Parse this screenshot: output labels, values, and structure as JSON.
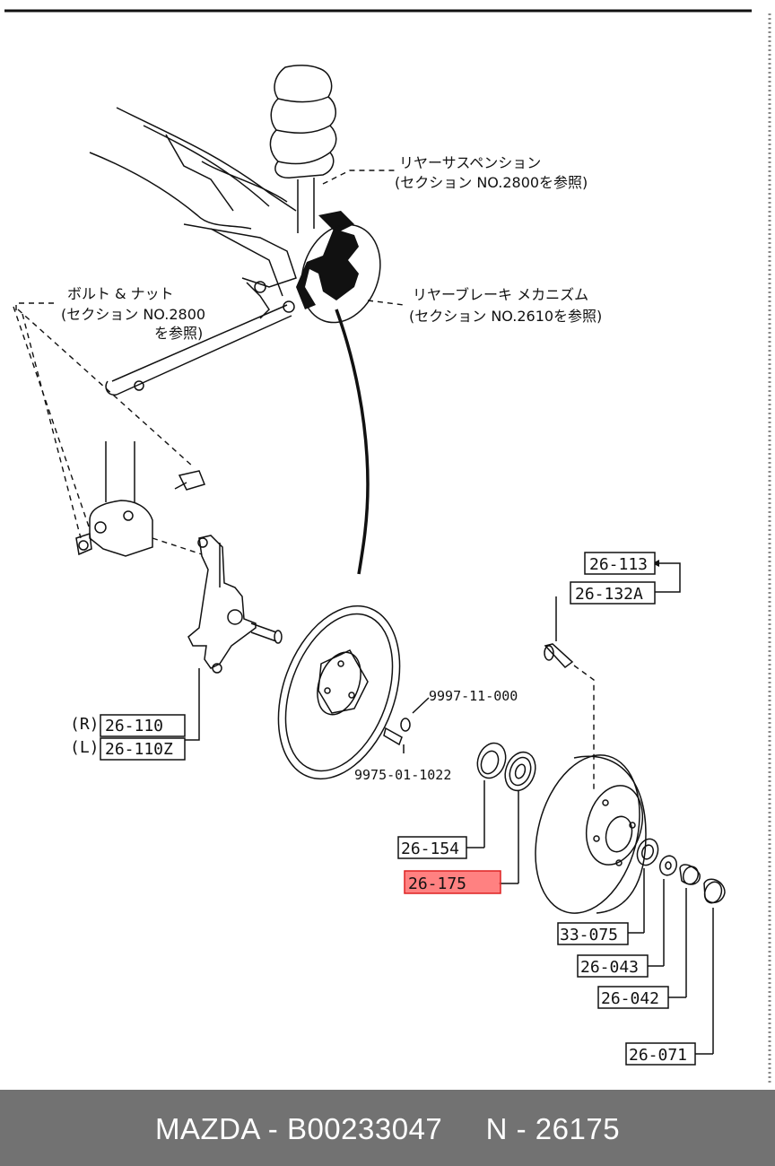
{
  "callouts": {
    "rear_suspension": {
      "line1": "リヤーサスペンション",
      "line2": "(セクション NO.2800を参照)"
    },
    "bolt_nut": {
      "line1": "ボルト & ナット",
      "line2": "(セクション NO.2800",
      "line3": "を参照)"
    },
    "rear_brake": {
      "line1": "リヤーブレーキ メカニズム",
      "line2": "(セクション NO.2610を参照)"
    }
  },
  "parts": {
    "p26_113": "26-113",
    "p26_132a": "26-132A",
    "r_label": "(R)",
    "p26_110": "26-110",
    "l_label": "(L)",
    "p26_110z": "26-110Z",
    "p9997": "9997-11-000",
    "p9975": "9975-01-1022",
    "p26_154": "26-154",
    "p26_175": "26-175",
    "p33_075": "33-075",
    "p26_043": "26-043",
    "p26_042": "26-042",
    "p26_071": "26-071"
  },
  "highlight_part": "26-175",
  "footer": {
    "text": "MAZDA - B00233047     N - 26175"
  },
  "colors": {
    "highlight": "#ff6b6b",
    "footer_bg": "#727272",
    "footer_text": "#ffffff"
  }
}
